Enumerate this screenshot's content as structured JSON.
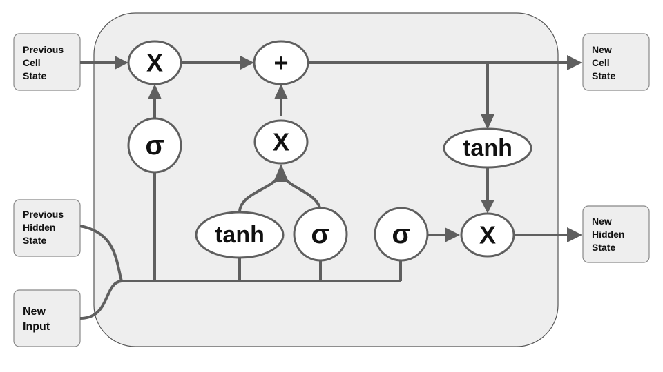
{
  "inputs": {
    "previous_cell_state": [
      "Previous",
      "Cell",
      "State"
    ],
    "previous_hidden_state": [
      "Previous",
      "Hidden",
      "State"
    ],
    "new_input": [
      "New",
      "Input"
    ]
  },
  "outputs": {
    "new_cell_state": [
      "New",
      "Cell",
      "State"
    ],
    "new_hidden_state": [
      "New",
      "Hidden",
      "State"
    ]
  },
  "operations": {
    "forget_multiply": "X",
    "cell_add": "+",
    "forget_gate": "σ",
    "input_multiply": "X",
    "candidate_tanh": "tanh",
    "input_gate": "σ",
    "output_gate": "σ",
    "output_multiply": "X",
    "cell_tanh": "tanh"
  },
  "colors": {
    "cell_background": "#eeeeee",
    "wire": "#5f5f5f",
    "node_fill": "#ffffff",
    "text": "#111111"
  }
}
